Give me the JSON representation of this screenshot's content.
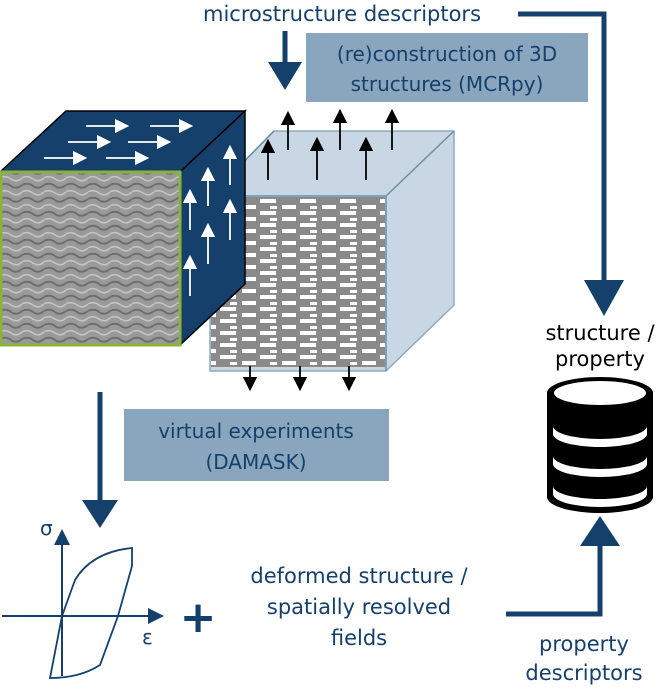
{
  "labels": {
    "descriptors": "microstructure descriptors",
    "reconstruction_line1": "(re)construction of 3D",
    "reconstruction_line2": "structures (MCRpy)",
    "virtual_line1": "virtual experiments",
    "virtual_line2": "(DAMASK)",
    "db_title_line1": "structure /",
    "db_title_line2": "property",
    "db_label": "DB",
    "deformed_line1": "deformed structure /",
    "deformed_line2": "spatially resolved",
    "deformed_line3": "fields",
    "property_line1": "property",
    "property_line2": "descriptors",
    "sigma": "σ",
    "epsilon": "ε",
    "plus": "+"
  },
  "colors": {
    "navy": "#15406b",
    "box_fill": "#8aa6bf",
    "transparent_cube": "#b7cadb",
    "green_border": "#8ab33a",
    "gray_micro": "#8f8f8f"
  }
}
